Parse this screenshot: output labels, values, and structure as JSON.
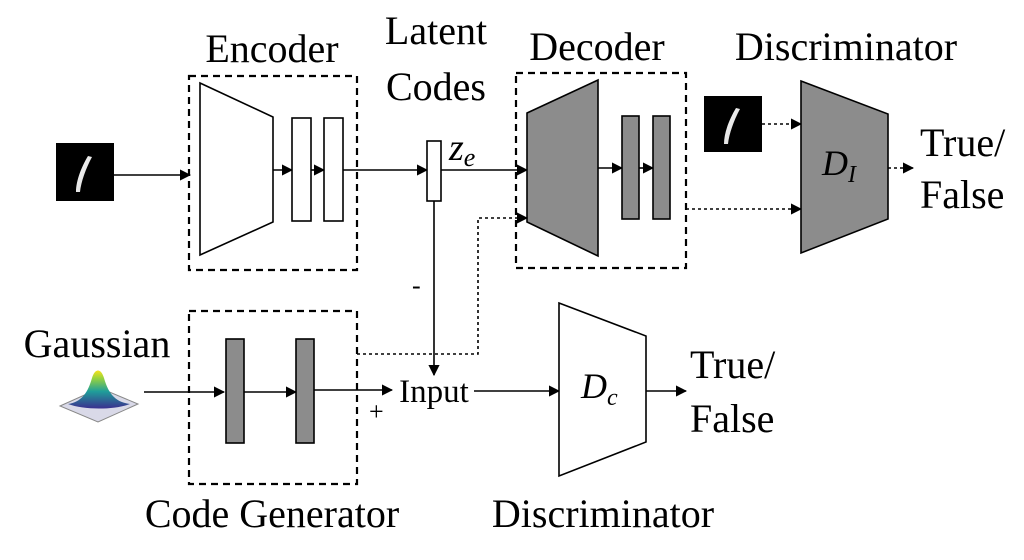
{
  "encoder": {
    "title": "Encoder"
  },
  "latent": {
    "title_line1": "Latent",
    "title_line2": "Codes",
    "symbol": "z",
    "symbol_sub": "e"
  },
  "decoder": {
    "title": "Decoder"
  },
  "image_discriminator": {
    "title": "Discriminator",
    "symbol": "D",
    "symbol_sub": "I",
    "output_line1": "True/",
    "output_line2": "False"
  },
  "gaussian": {
    "title": "Gaussian"
  },
  "code_generator": {
    "title": "Code Generator"
  },
  "combine": {
    "label": "Input",
    "minus_sign": "-",
    "plus_sign": "+"
  },
  "code_discriminator": {
    "title": "Discriminator",
    "symbol": "D",
    "symbol_sub": "c",
    "output_line1": "True/",
    "output_line2": "False"
  },
  "colors": {
    "dark_block": "#8c8c8c",
    "background": "#ffffff"
  }
}
